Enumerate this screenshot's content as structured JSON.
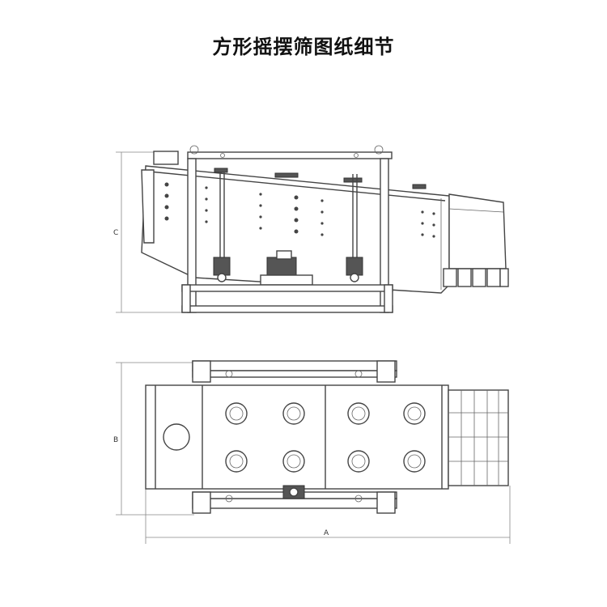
{
  "title": "方形摇摆筛图纸细节",
  "dimension_labels": {
    "height": "C",
    "width": "B",
    "length": "A"
  }
}
